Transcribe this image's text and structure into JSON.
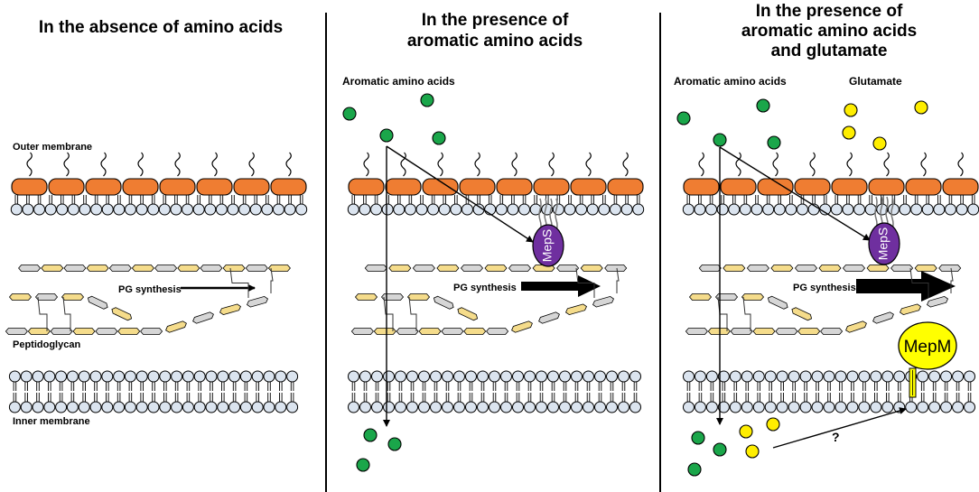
{
  "panels": [
    {
      "title_lines": [
        "In the absence of amino acids"
      ]
    },
    {
      "title_lines": [
        "In the presence of",
        "aromatic amino acids"
      ]
    },
    {
      "title_lines": [
        "In the presence of",
        "aromatic amino acids",
        "and glutamate"
      ]
    }
  ],
  "labels": {
    "outer_membrane": "Outer membrane",
    "peptidoglycan": "Peptidoglycan",
    "inner_membrane": "Inner membrane",
    "pg_synthesis": "PG synthesis",
    "aromatic_amino_acids": "Aromatic amino acids",
    "glutamate": "Glutamate",
    "meps": "MepS",
    "mepm": "MepM",
    "question_mark": "?"
  },
  "legend_colors": {
    "aromatic_amino_acid": "#1aa64a",
    "glutamate": "#ffee00",
    "outer_membrane_protein": "#ef7d32",
    "lipid_head": "#dbe4ef",
    "glycan_yellow": "#f5dc8b",
    "glycan_gray": "#d6d6d6",
    "meps": "#6f2f9f",
    "mepm": "#ffff00"
  },
  "pg_synthesis_level": [
    "low",
    "high",
    "higher"
  ]
}
